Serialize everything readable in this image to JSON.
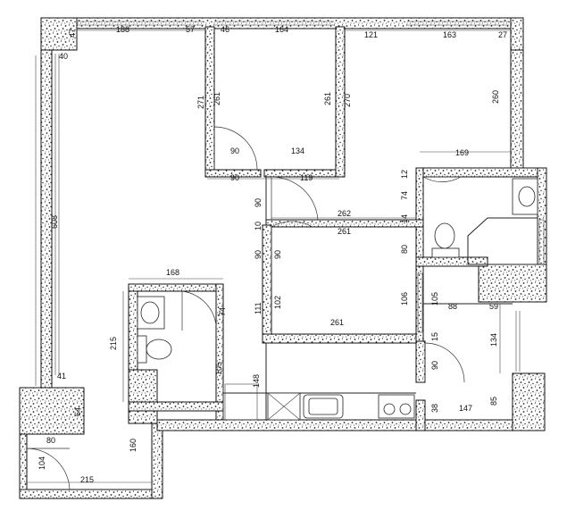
{
  "dimensions": [
    {
      "id": "d01",
      "text": "188"
    },
    {
      "id": "d02",
      "text": "57"
    },
    {
      "id": "d03",
      "text": "46"
    },
    {
      "id": "d04",
      "text": "164"
    },
    {
      "id": "d05",
      "text": "121"
    },
    {
      "id": "d06",
      "text": "163"
    },
    {
      "id": "d07",
      "text": "27"
    },
    {
      "id": "d08",
      "text": "47"
    },
    {
      "id": "d09",
      "text": "40"
    },
    {
      "id": "d10",
      "text": "271"
    },
    {
      "id": "d11",
      "text": "261"
    },
    {
      "id": "d12",
      "text": "261"
    },
    {
      "id": "d13",
      "text": "270"
    },
    {
      "id": "d14",
      "text": "260"
    },
    {
      "id": "d15",
      "text": "90"
    },
    {
      "id": "d16",
      "text": "134"
    },
    {
      "id": "d17",
      "text": "90"
    },
    {
      "id": "d18",
      "text": "119"
    },
    {
      "id": "d19",
      "text": "169"
    },
    {
      "id": "d20",
      "text": "12"
    },
    {
      "id": "d21",
      "text": "74"
    },
    {
      "id": "d22",
      "text": "90"
    },
    {
      "id": "d23",
      "text": "262"
    },
    {
      "id": "d24",
      "text": "14"
    },
    {
      "id": "d25",
      "text": "10"
    },
    {
      "id": "d26",
      "text": "261"
    },
    {
      "id": "d27",
      "text": "608"
    },
    {
      "id": "d28",
      "text": "90"
    },
    {
      "id": "d29",
      "text": "90"
    },
    {
      "id": "d30",
      "text": "80"
    },
    {
      "id": "d31",
      "text": "168"
    },
    {
      "id": "d32",
      "text": "74"
    },
    {
      "id": "d33",
      "text": "111"
    },
    {
      "id": "d34",
      "text": "102"
    },
    {
      "id": "d35",
      "text": "106"
    },
    {
      "id": "d36",
      "text": "105"
    },
    {
      "id": "d37",
      "text": "88"
    },
    {
      "id": "d38",
      "text": "59"
    },
    {
      "id": "d39",
      "text": "215"
    },
    {
      "id": "d40",
      "text": "261"
    },
    {
      "id": "d41",
      "text": "134"
    },
    {
      "id": "d42",
      "text": "15"
    },
    {
      "id": "d43",
      "text": "41"
    },
    {
      "id": "d44",
      "text": "148"
    },
    {
      "id": "d45",
      "text": "90"
    },
    {
      "id": "d46",
      "text": "64"
    },
    {
      "id": "d47",
      "text": "38"
    },
    {
      "id": "d48",
      "text": "147"
    },
    {
      "id": "d49",
      "text": "85"
    },
    {
      "id": "d50",
      "text": "80"
    },
    {
      "id": "d51",
      "text": "160"
    },
    {
      "id": "d52",
      "text": "104"
    },
    {
      "id": "d53",
      "text": "215"
    },
    {
      "id": "d54",
      "text": "105"
    }
  ]
}
